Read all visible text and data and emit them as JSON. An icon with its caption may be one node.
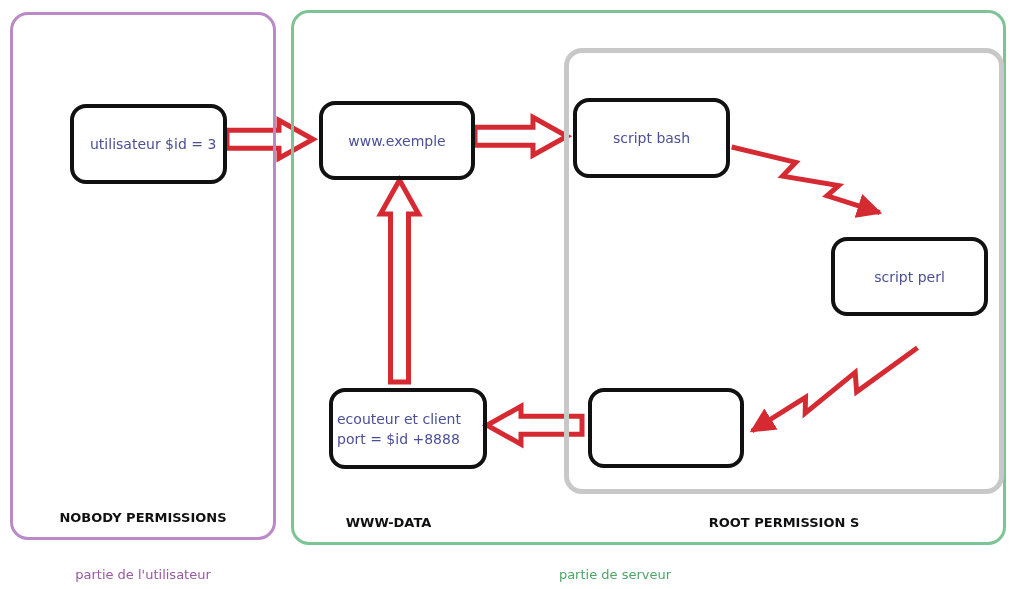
{
  "diagram": {
    "nodes": [
      {
        "text": [
          "NOBODY PERMISSIONS"
        ],
        "beside": [
          "partie de l'utilisateur"
        ]
      },
      {
        "text": [
          "utilisateur $id = 3"
        ],
        "in": 0
      },
      {
        "text": [
          "WWW-DATA"
        ],
        "beside": [
          "partie de serveur"
        ]
      },
      {
        "text": [
          "www.exemple"
        ],
        "in": 2
      },
      {
        "text": [
          "ecouteur et client port = $id +8888"
        ],
        "in": 2
      },
      {
        "text": [
          "ROOT PERMISSION S"
        ],
        "in": 2
      },
      {
        "text": [
          "script bash"
        ],
        "in": 5
      },
      {
        "text": [
          "script perl"
        ],
        "in": 5
      },
      {
        "text": [],
        "shape": "box",
        "in": 5
      }
    ],
    "edges": [
      {
        "from": 1,
        "to": 3,
        "arrow": "to"
      },
      {
        "from": 3,
        "to": 6,
        "arrow": "to"
      },
      {
        "from": 4,
        "to": 3,
        "arrow": "to"
      },
      {
        "from": 8,
        "to": 4,
        "arrow": "to"
      },
      {
        "from": 6,
        "to": 7,
        "arrow": "to"
      },
      {
        "from": 7,
        "to": 8,
        "arrow": "to"
      }
    ]
  }
}
